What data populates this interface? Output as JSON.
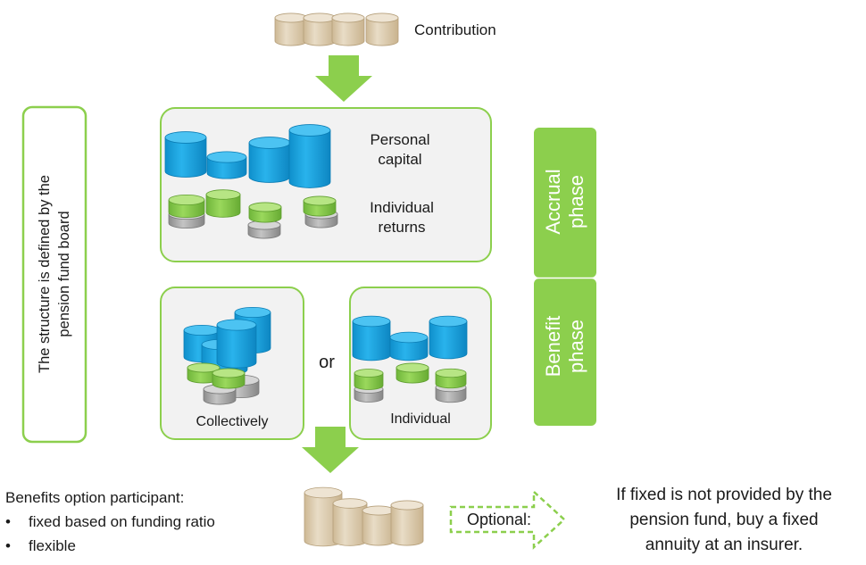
{
  "contribution_label": "Contribution",
  "structure_note": [
    "The structure is defined by the",
    "pension fund board"
  ],
  "accrual_box": {
    "personal_capital": [
      "Personal",
      "capital"
    ],
    "individual_returns": [
      "Individual",
      "returns"
    ]
  },
  "phases": {
    "accrual": [
      "Accrual",
      "phase"
    ],
    "benefit": [
      "Benefit",
      "phase"
    ]
  },
  "benefit_options": {
    "collectively": "Collectively",
    "or": "or",
    "individual": "Individual"
  },
  "participant": {
    "heading": "Benefits option participant:",
    "items": [
      "fixed based on funding ratio",
      "flexible"
    ]
  },
  "optional_label": "Optional:",
  "insurer_note": [
    "If fixed is not provided by the",
    "pension fund, buy a fixed",
    "annuity at an insurer."
  ],
  "colors": {
    "green": "#8ccf4d",
    "green_border": "#7ec242",
    "box_fill": "#f2f2f2",
    "blue": "#1aa3dd",
    "coin": "#d9c7a9",
    "gray": "#a6a6a6"
  }
}
